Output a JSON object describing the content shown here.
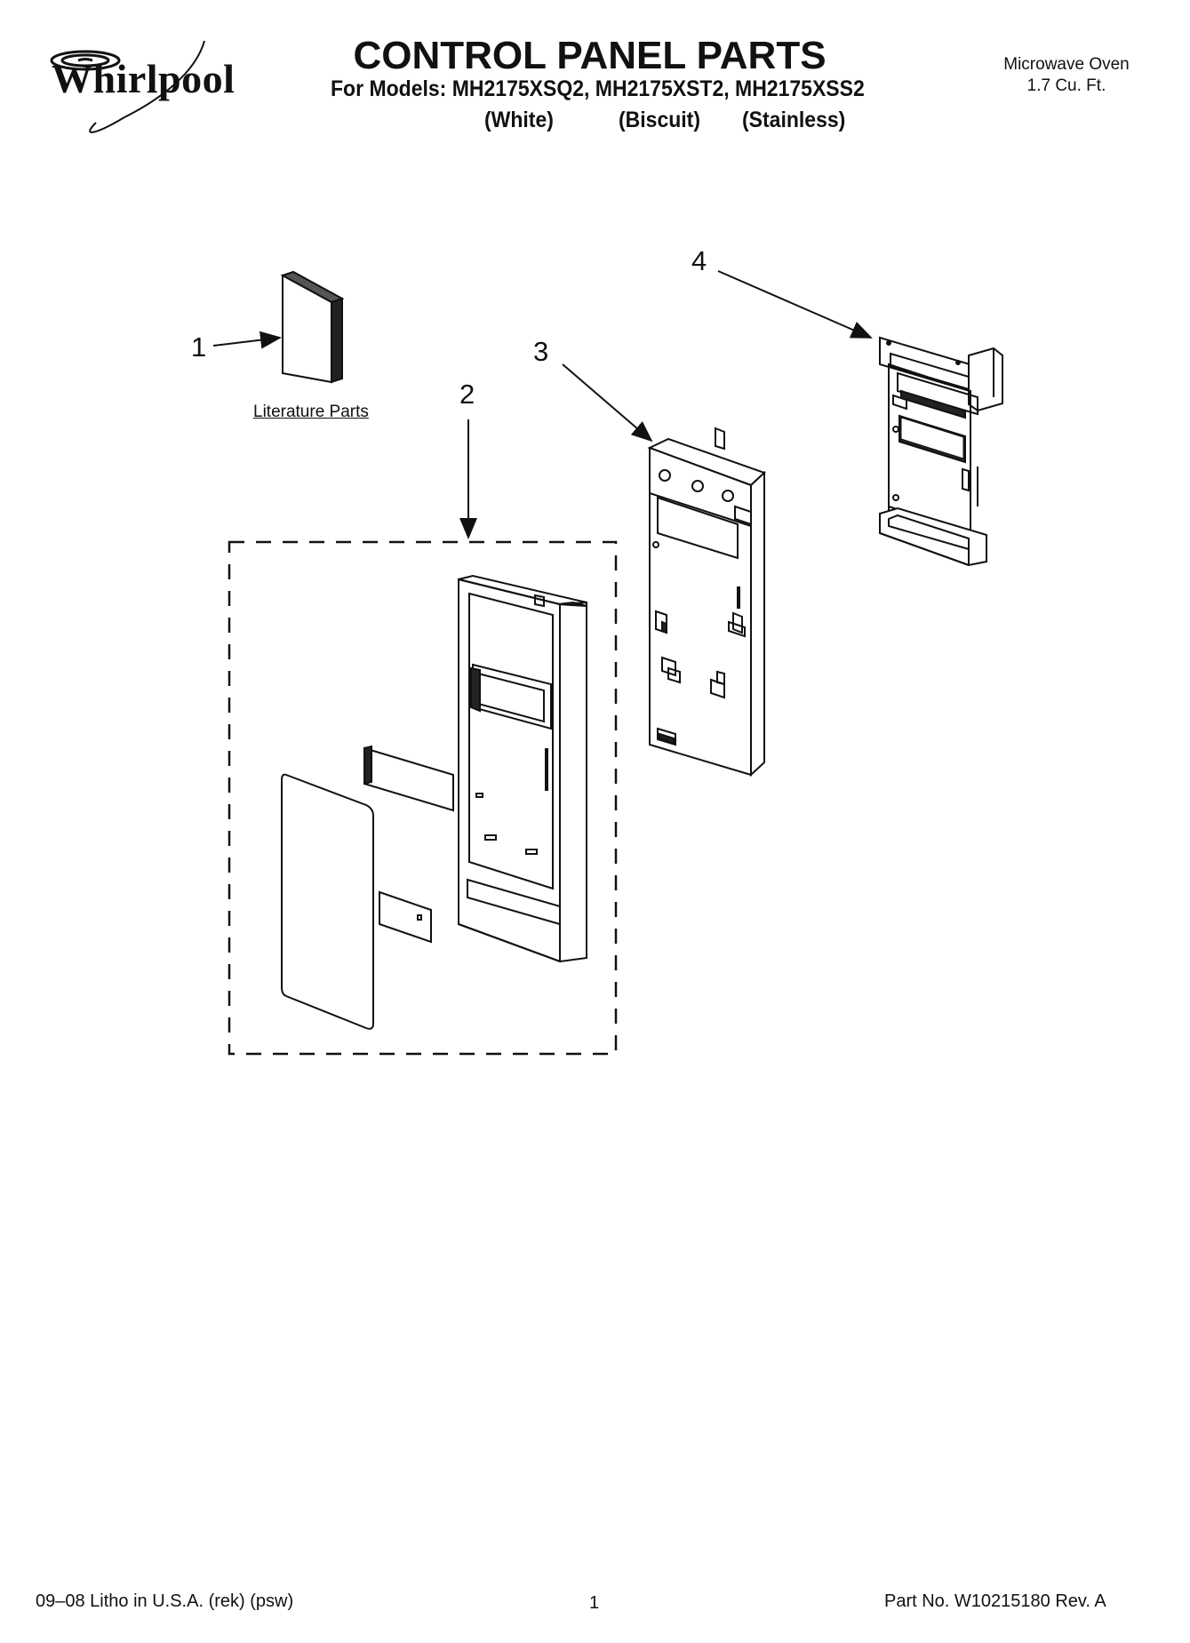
{
  "brand": {
    "name": "Whirlpool"
  },
  "header": {
    "title": "CONTROL PANEL PARTS",
    "models_line": "For Models: MH2175XSQ2, MH2175XST2, MH2175XSS2",
    "variants": [
      "(White)",
      "(Biscuit)",
      "(Stainless)"
    ],
    "product_type": "Microwave Oven",
    "capacity": "1.7 Cu. Ft."
  },
  "diagram": {
    "callouts": [
      "1",
      "2",
      "3",
      "4"
    ],
    "literature_label": "Literature Parts"
  },
  "footer": {
    "print_info": "09–08 Litho in U.S.A. (rek) (psw)",
    "page_number": "1",
    "part_number": "Part No. W10215180 Rev. A"
  }
}
